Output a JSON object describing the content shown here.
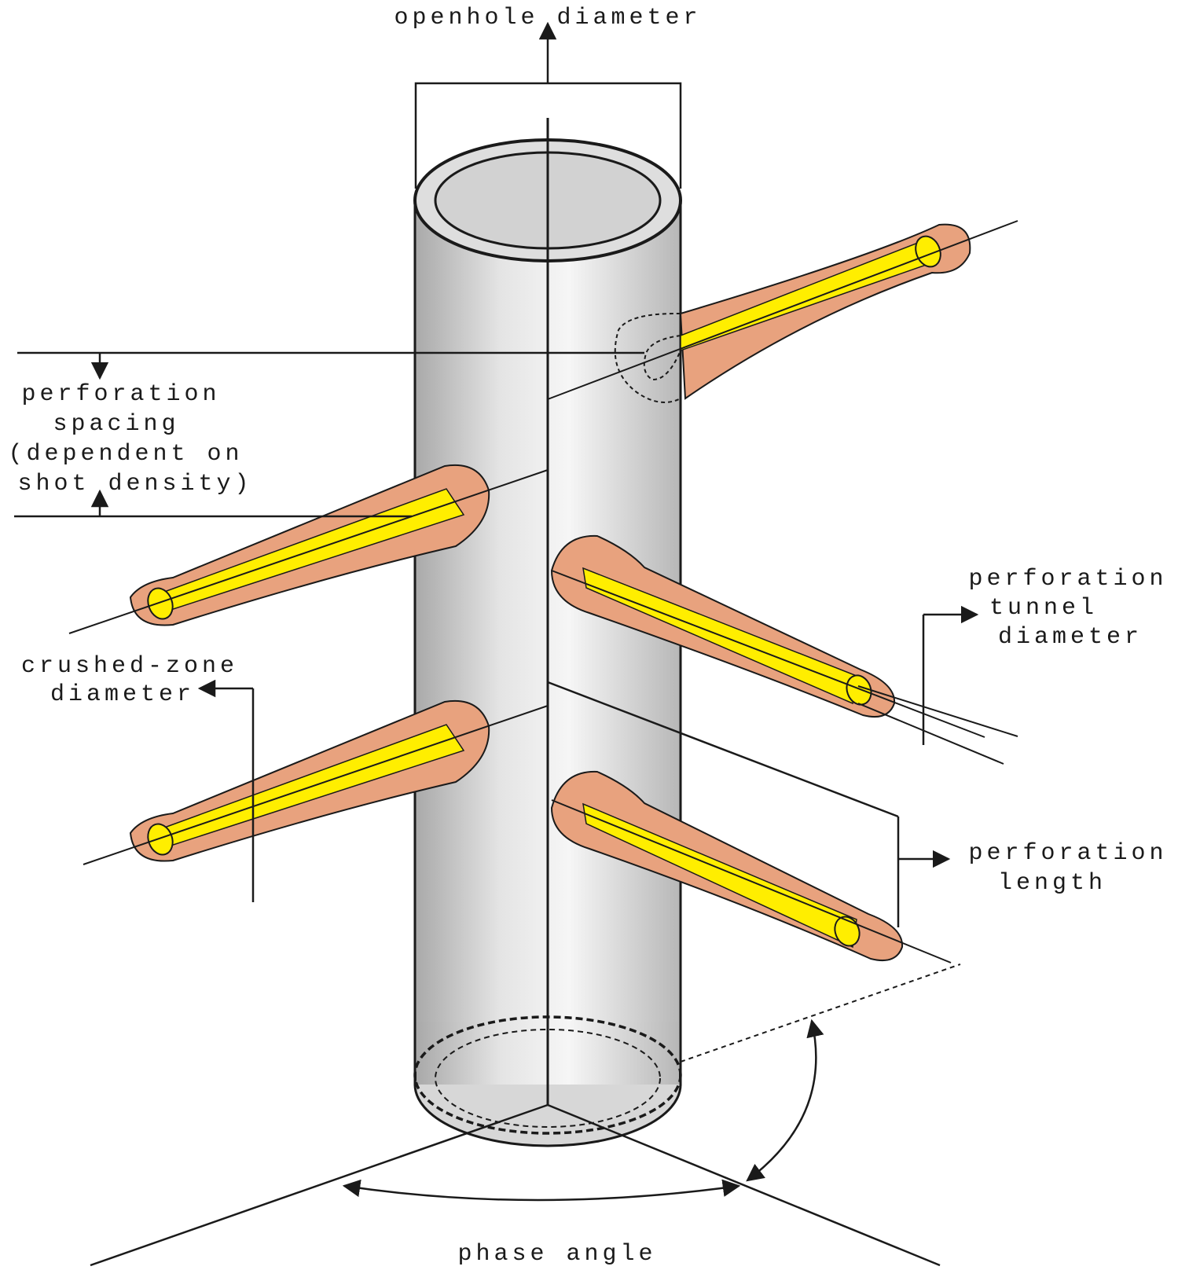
{
  "labels": {
    "openhole_diameter": "openhole diameter",
    "perforation_spacing_1": "perforation",
    "perforation_spacing_2": "spacing",
    "perforation_spacing_3": "(dependent on",
    "perforation_spacing_4": "shot density)",
    "crushed_zone_1": "crushed-zone",
    "crushed_zone_2": "diameter",
    "tunnel_diameter_1": "perforation",
    "tunnel_diameter_2": "tunnel",
    "tunnel_diameter_3": "diameter",
    "perforation_length_1": "perforation",
    "perforation_length_2": "length",
    "phase_angle": "phase angle"
  },
  "colors": {
    "crushed_zone": "#e8a27e",
    "tunnel": "#ffee00",
    "casing_light": "#f4f4f4",
    "casing_dark": "#b9b9b9",
    "line": "#1a1a1a"
  }
}
